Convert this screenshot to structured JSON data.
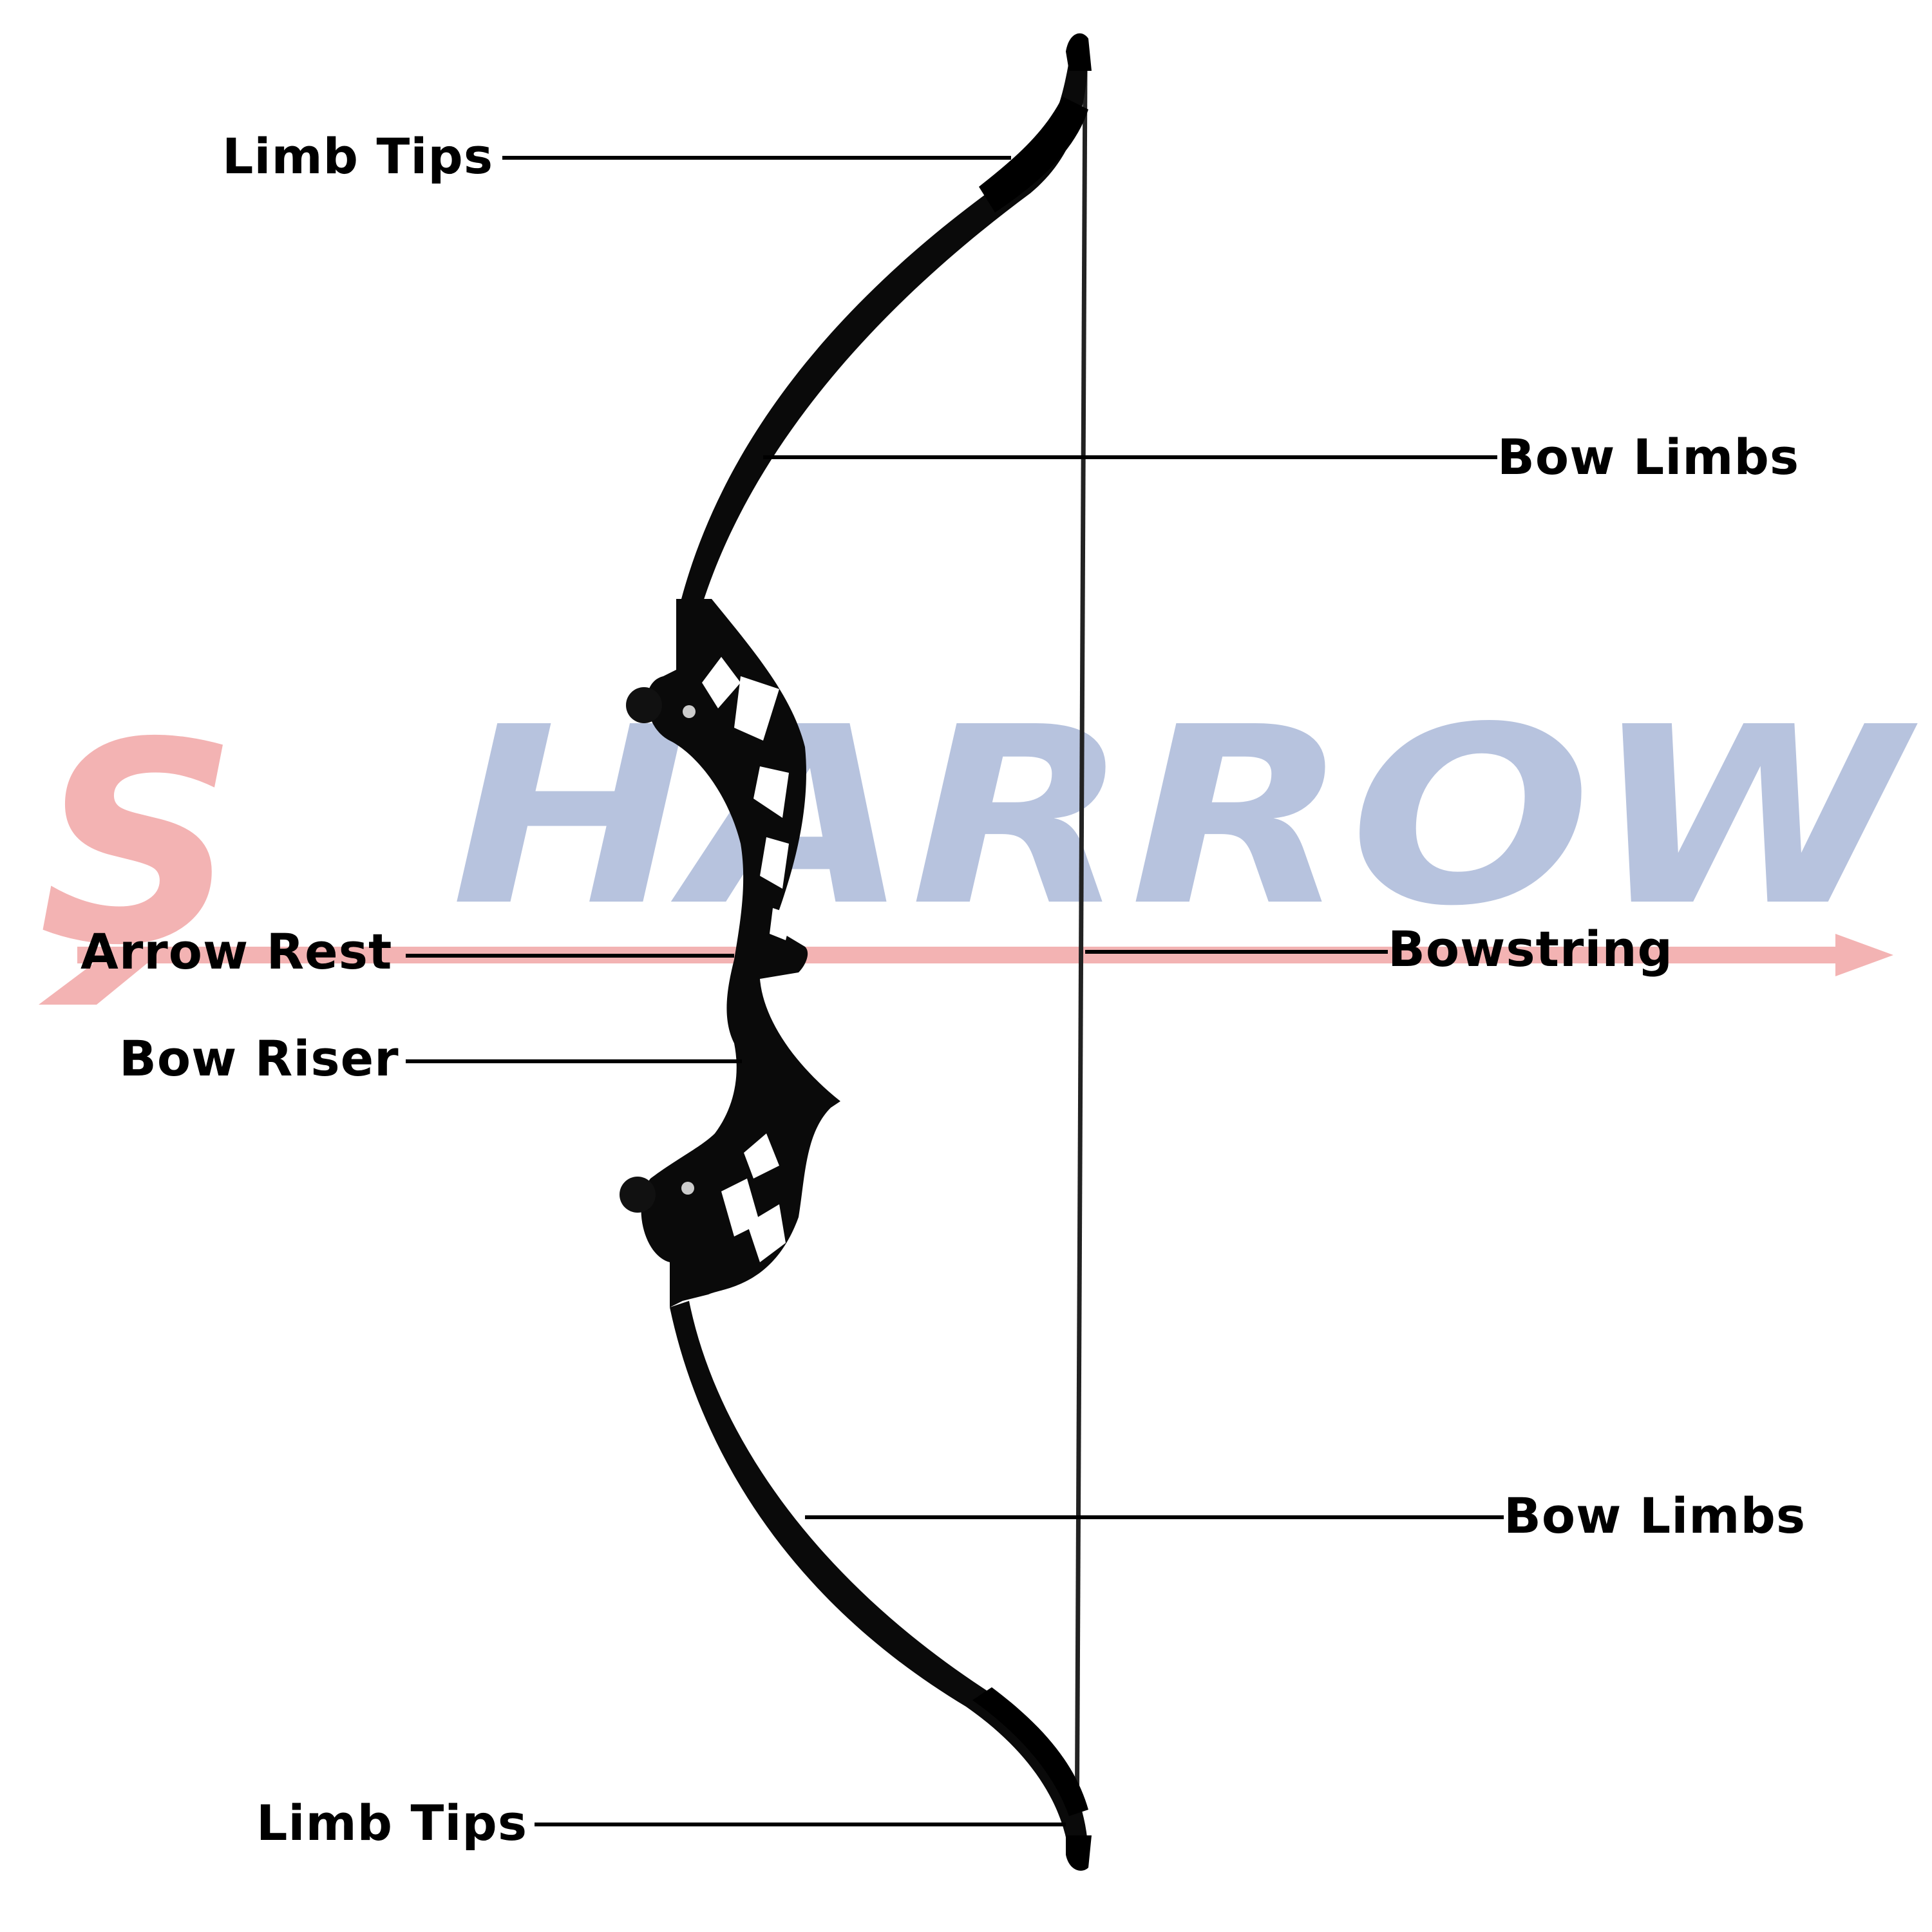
{
  "watermark": {
    "brand": "SHARROW",
    "first_letter": "S",
    "rest_letters": "HARROW",
    "first_letter_color": "#ef9a9a",
    "rest_color": "#9fb0d4",
    "arrow_color": "#ef9a9a"
  },
  "labels": {
    "limb_tips_top": "Limb Tips",
    "bow_limbs_top": "Bow Limbs",
    "arrow_rest": "Arrow Rest",
    "bowstring": "Bowstring",
    "bow_riser": "Bow Riser",
    "bow_limbs_bottom": "Bow Limbs",
    "limb_tips_bottom": "Limb Tips"
  },
  "colors": {
    "bow": "#0a0a0a",
    "string": "#222222",
    "leader": "#000000",
    "text": "#000000"
  }
}
